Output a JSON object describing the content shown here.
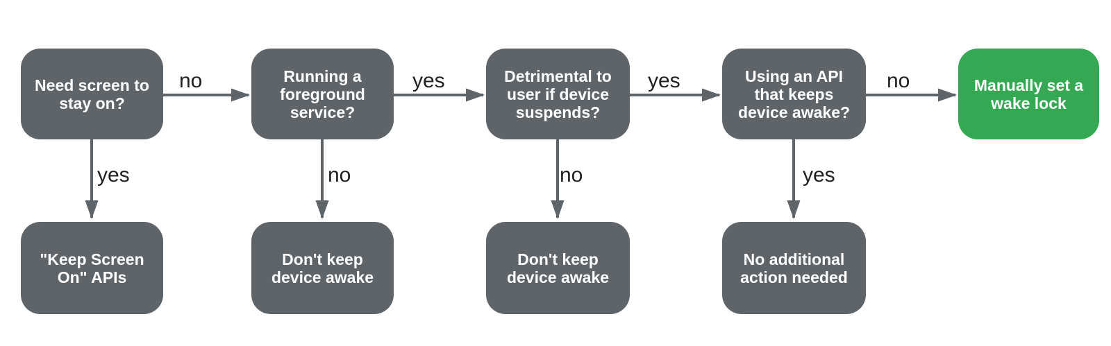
{
  "diagram": {
    "colors": {
      "question_node_fill": "#5f6469",
      "terminal_node_fill": "#34a853",
      "node_text": "#ffffff",
      "arrow": "#5f6469",
      "edge_label_text": "#1f2023",
      "background": "#ffffff"
    },
    "nodes": [
      {
        "id": "need-screen",
        "label": "Need screen to\nstay on?",
        "color": "#5f6469"
      },
      {
        "id": "foreground-service",
        "label": "Running a\nforeground\nservice?",
        "color": "#5f6469"
      },
      {
        "id": "detrimental",
        "label": "Detrimental to\nuser if device\nsuspends?",
        "color": "#5f6469"
      },
      {
        "id": "using-api",
        "label": "Using an API\nthat keeps\ndevice awake?",
        "color": "#5f6469"
      },
      {
        "id": "wake-lock",
        "label": "Manually set a\nwake lock",
        "color": "#34a853"
      },
      {
        "id": "keep-screen-on",
        "label": "\"Keep Screen\nOn\" APIs",
        "color": "#5f6469"
      },
      {
        "id": "dont-keep-1",
        "label": "Don't keep\ndevice awake",
        "color": "#5f6469"
      },
      {
        "id": "dont-keep-2",
        "label": "Don't keep\ndevice awake",
        "color": "#5f6469"
      },
      {
        "id": "no-action",
        "label": "No additional\naction needed",
        "color": "#5f6469"
      }
    ],
    "edges": [
      {
        "from": "need-screen",
        "to": "foreground-service",
        "label": "no"
      },
      {
        "from": "need-screen",
        "to": "keep-screen-on",
        "label": "yes"
      },
      {
        "from": "foreground-service",
        "to": "detrimental",
        "label": "yes"
      },
      {
        "from": "foreground-service",
        "to": "dont-keep-1",
        "label": "no"
      },
      {
        "from": "detrimental",
        "to": "using-api",
        "label": "yes"
      },
      {
        "from": "detrimental",
        "to": "dont-keep-2",
        "label": "no"
      },
      {
        "from": "using-api",
        "to": "wake-lock",
        "label": "no"
      },
      {
        "from": "using-api",
        "to": "no-action",
        "label": "yes"
      }
    ]
  }
}
